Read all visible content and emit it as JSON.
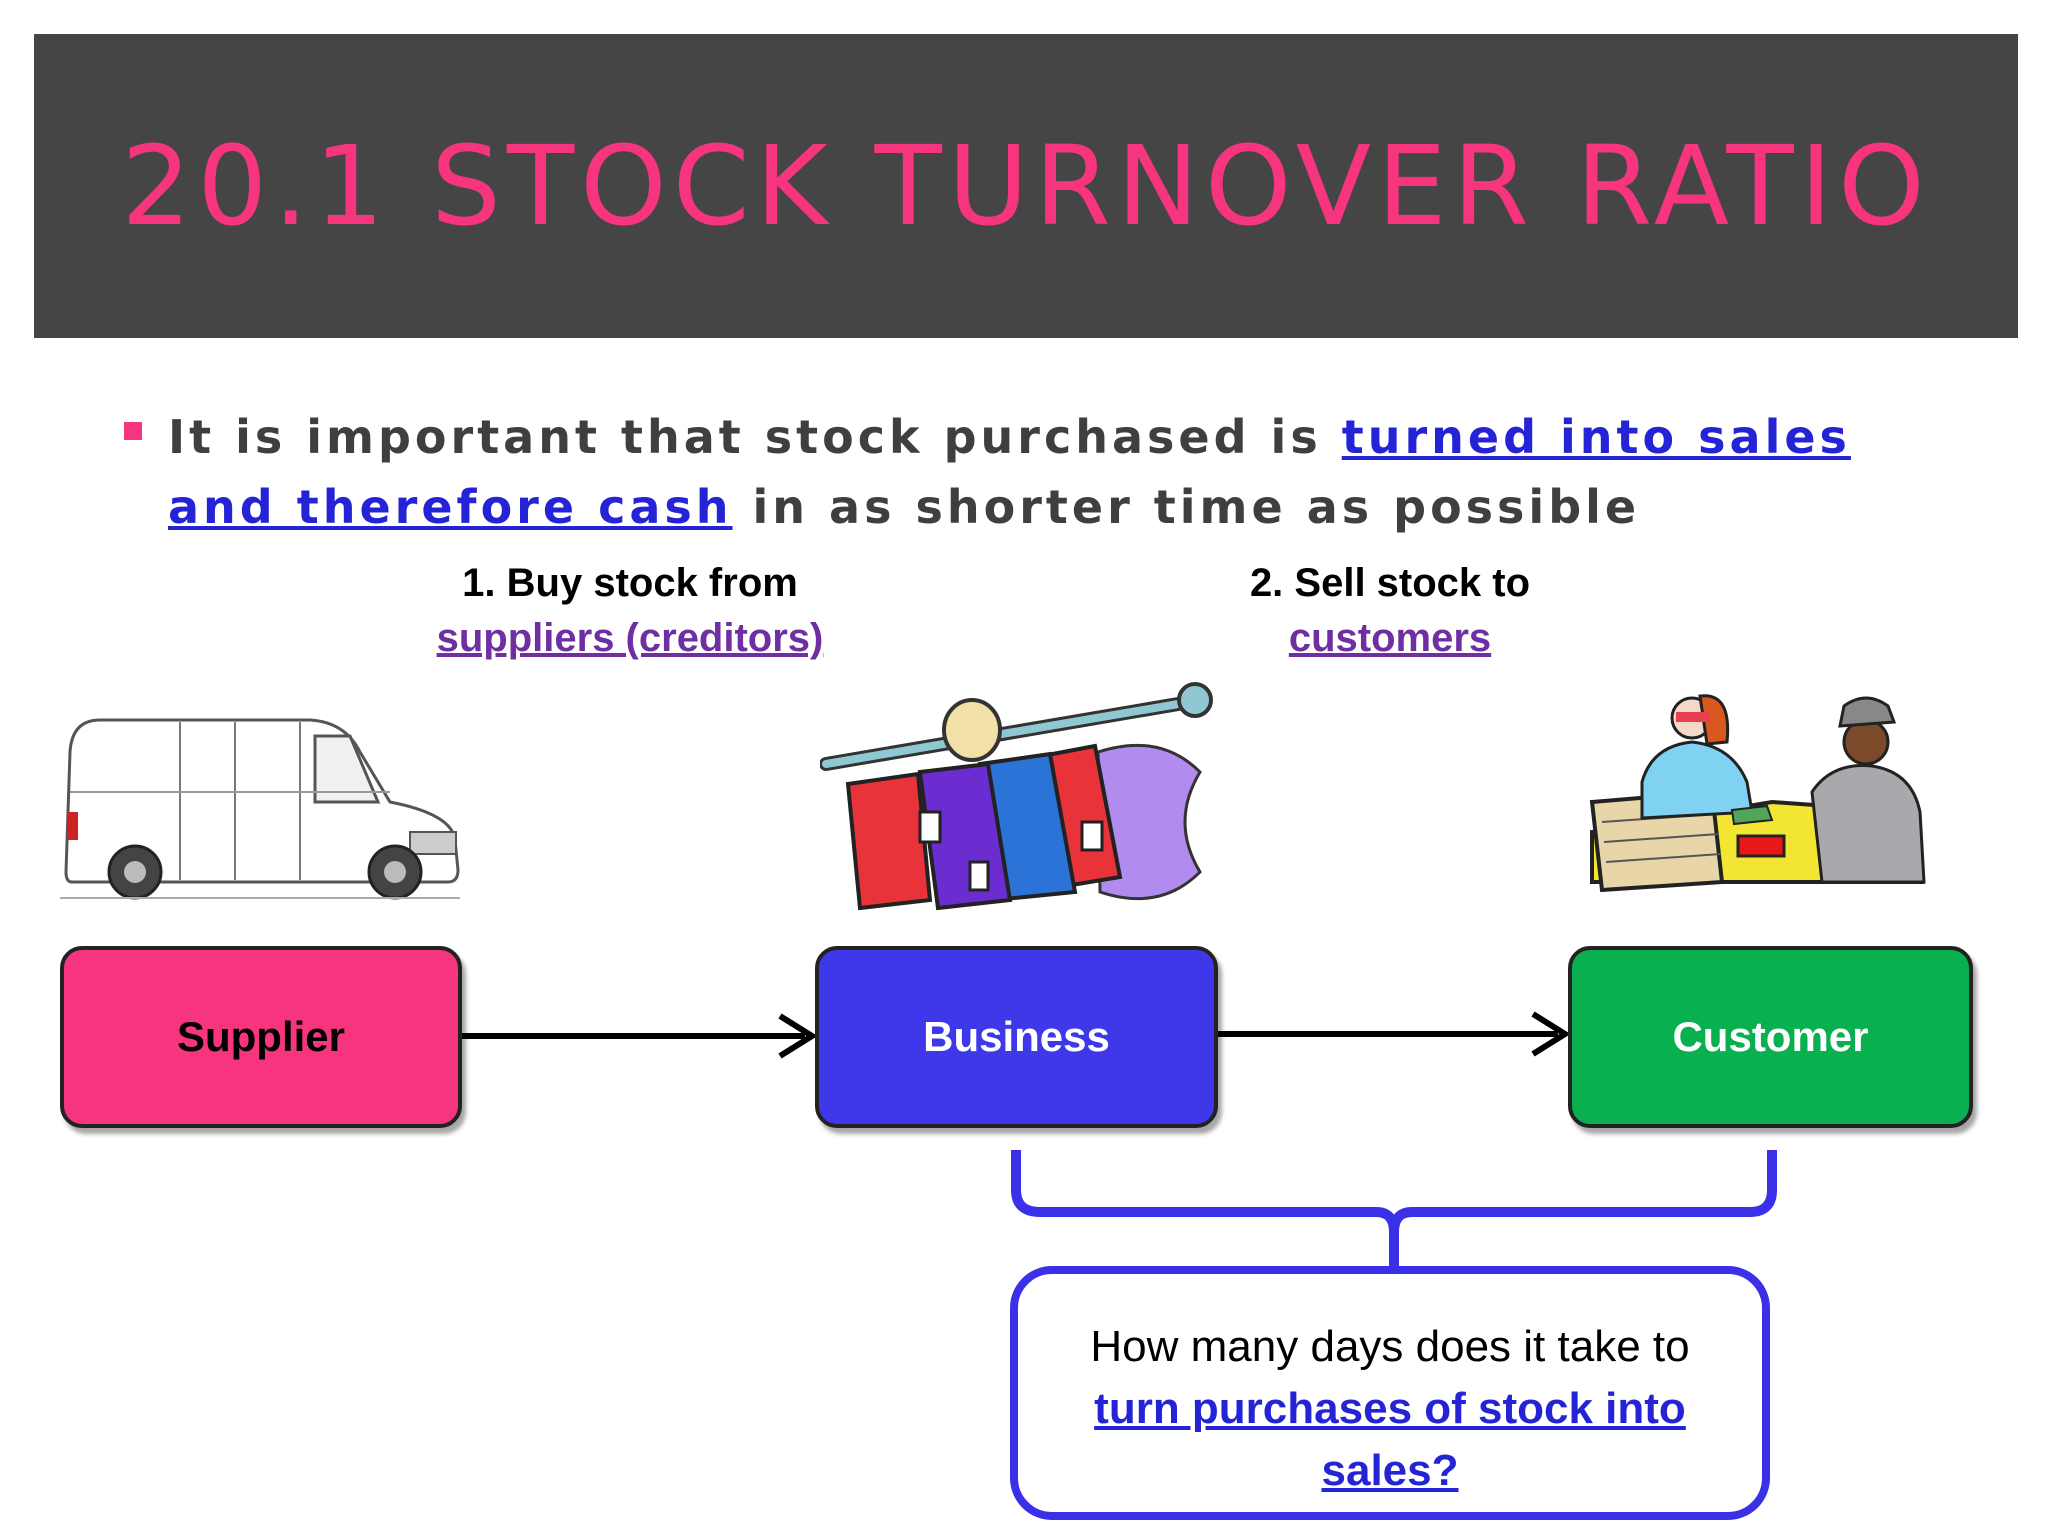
{
  "title": "20.1 STOCK TURNOVER RATIO",
  "bullet": {
    "text_before": "It is important that stock purchased is ",
    "highlight": "turned into sales and therefore cash",
    "text_after": " in as shorter time as possible"
  },
  "steps": [
    {
      "line1": "1. Buy stock from",
      "link": "suppliers (creditors)"
    },
    {
      "line1": "2. Sell stock to",
      "link": "customers"
    }
  ],
  "nodes": [
    {
      "label": "Supplier",
      "color": "#f7357f",
      "text_color": "#000000"
    },
    {
      "label": "Business",
      "color": "#3f38ea",
      "text_color": "#ffffff"
    },
    {
      "label": "Customer",
      "color": "#08b050",
      "text_color": "#ffffff"
    }
  ],
  "question": {
    "line1": "How many days does it take to",
    "link": "turn purchases of stock into sales?"
  },
  "icons": [
    "van-icon",
    "clothes-rack-icon",
    "shop-counter-icon"
  ]
}
